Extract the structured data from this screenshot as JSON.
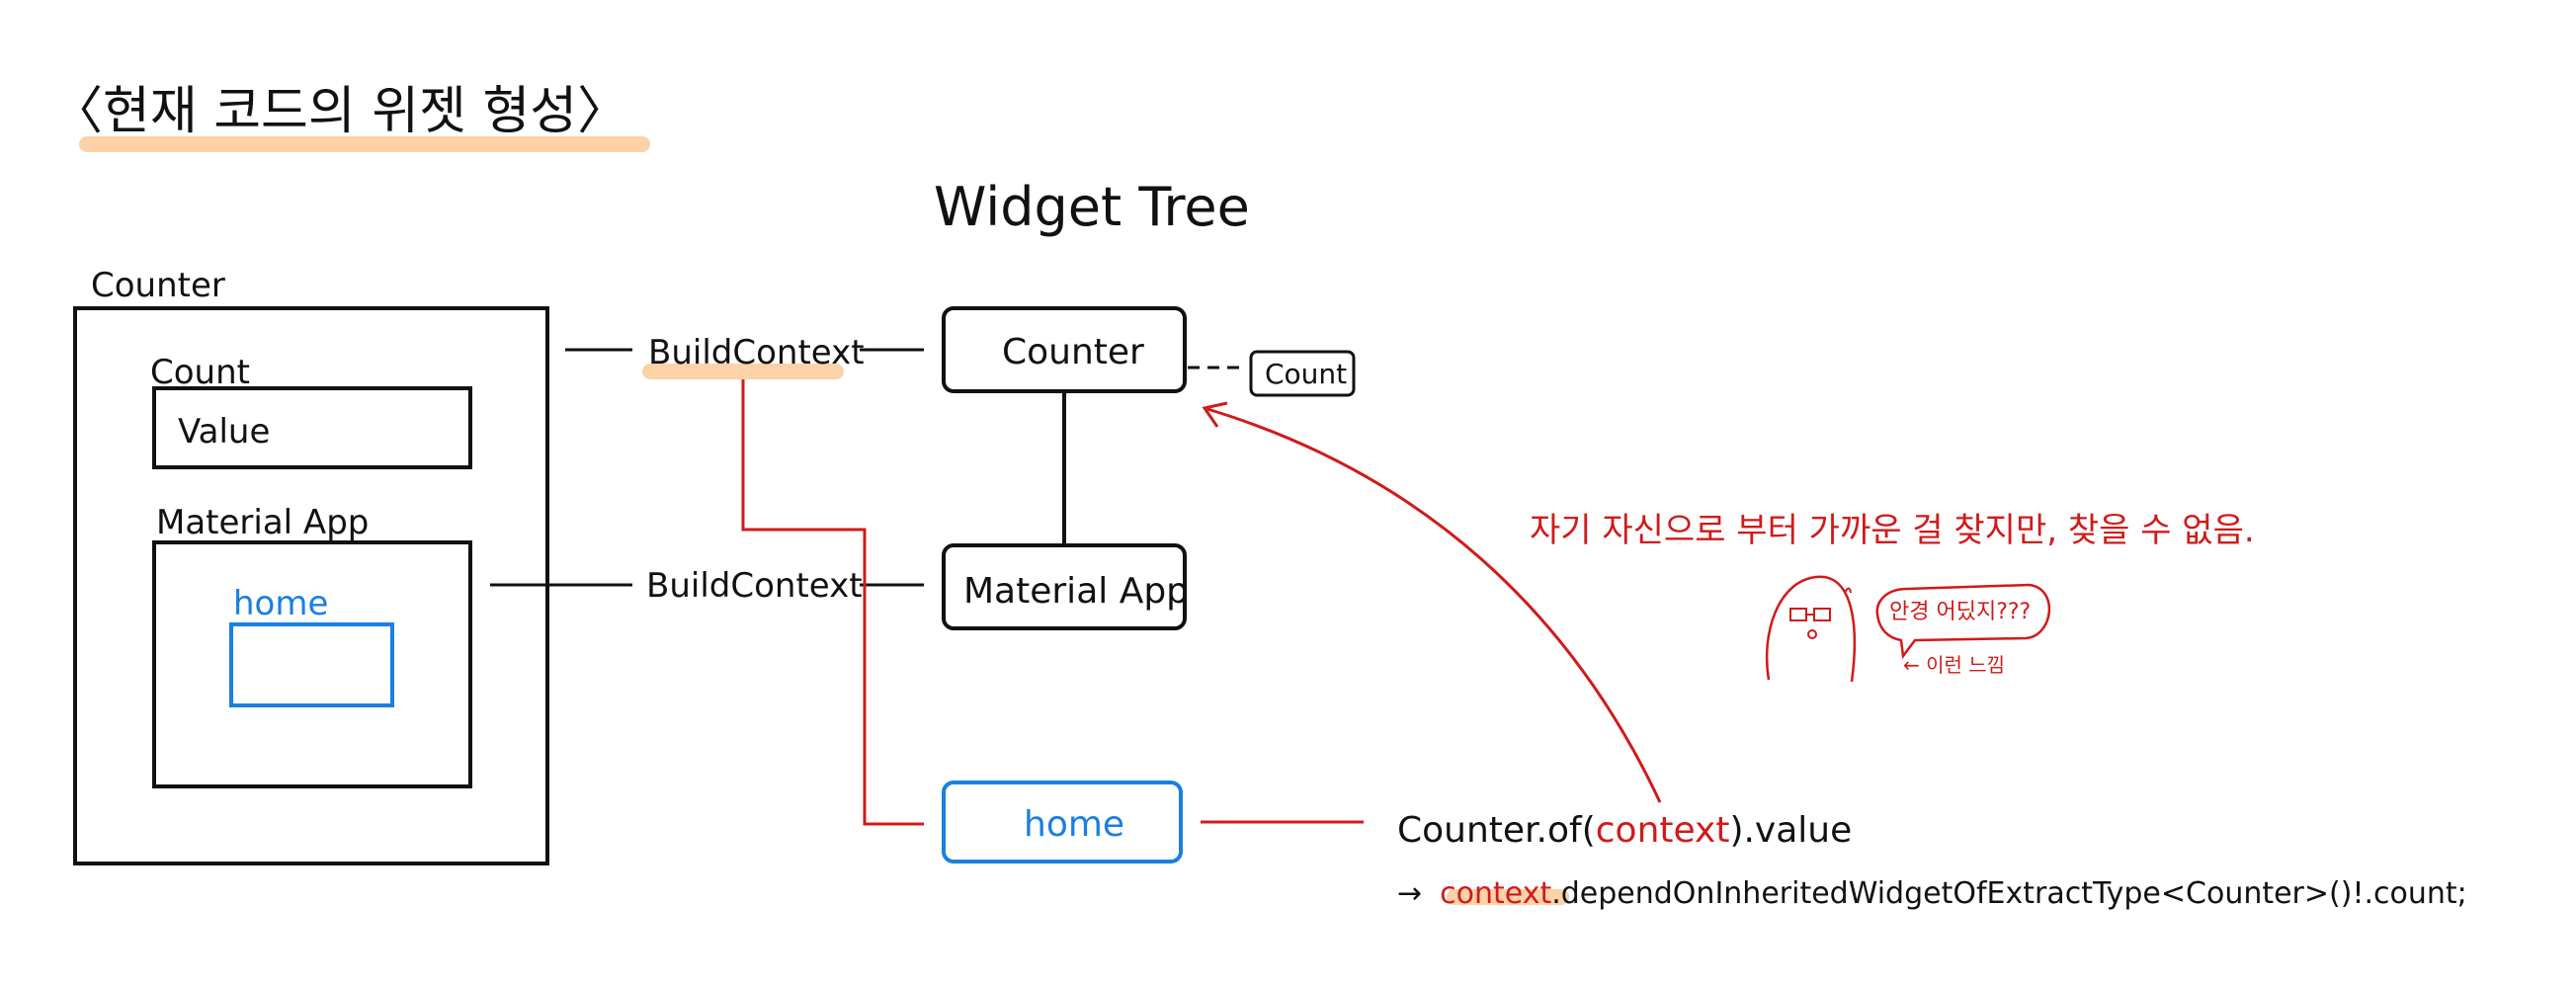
{
  "title": "〈현재 코드의 위젯 형성〉",
  "tree_heading": "Widget Tree",
  "left": {
    "outer_label": "Counter",
    "count_label": "Count",
    "value_label": "Value",
    "material_label": "Material App",
    "home_label": "home"
  },
  "build_context_1": "BuildContext",
  "build_context_2": "BuildContext",
  "tree": {
    "counter": "Counter",
    "count": "Count",
    "material_app": "Material App",
    "home": "home"
  },
  "note_red": "자기 자신으로 부터 가까운 걸 찾지만, 찾을 수 없음.",
  "speech_bubble": "안경 어딨지???",
  "caption": "← 이런 느낌",
  "code": {
    "line1_prefix": "Counter.of(",
    "line1_highlight": "context",
    "line1_suffix": ").value",
    "arrow": "→",
    "line2_highlight": "context",
    "line2_suffix": ".dependOnInheritedWidgetOfExtractType<Counter>()!.count;"
  },
  "colors": {
    "ink": "#111111",
    "red": "#d11a1a",
    "blue": "#1a7fe0",
    "highlight": "#fcd2a6"
  }
}
